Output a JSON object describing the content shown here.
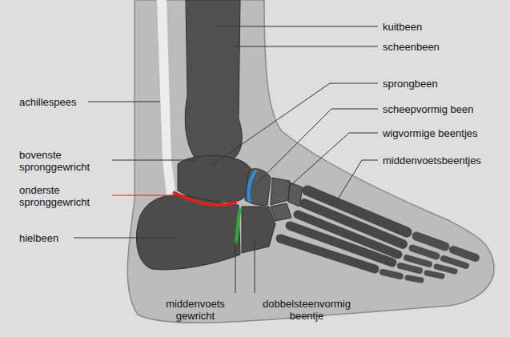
{
  "diagram": {
    "labels": [
      "kuitbeen",
      "scheenbeen",
      "sprongbeen",
      "scheepvormig been",
      "wigvormige beentjes",
      "middenvoetsbeentjes",
      "achillespees",
      "bovenste spronggewricht",
      "onderste spronggewricht",
      "hielbeen",
      "middenvoets gewricht",
      "dobbelsteenvormig beentje"
    ]
  }
}
